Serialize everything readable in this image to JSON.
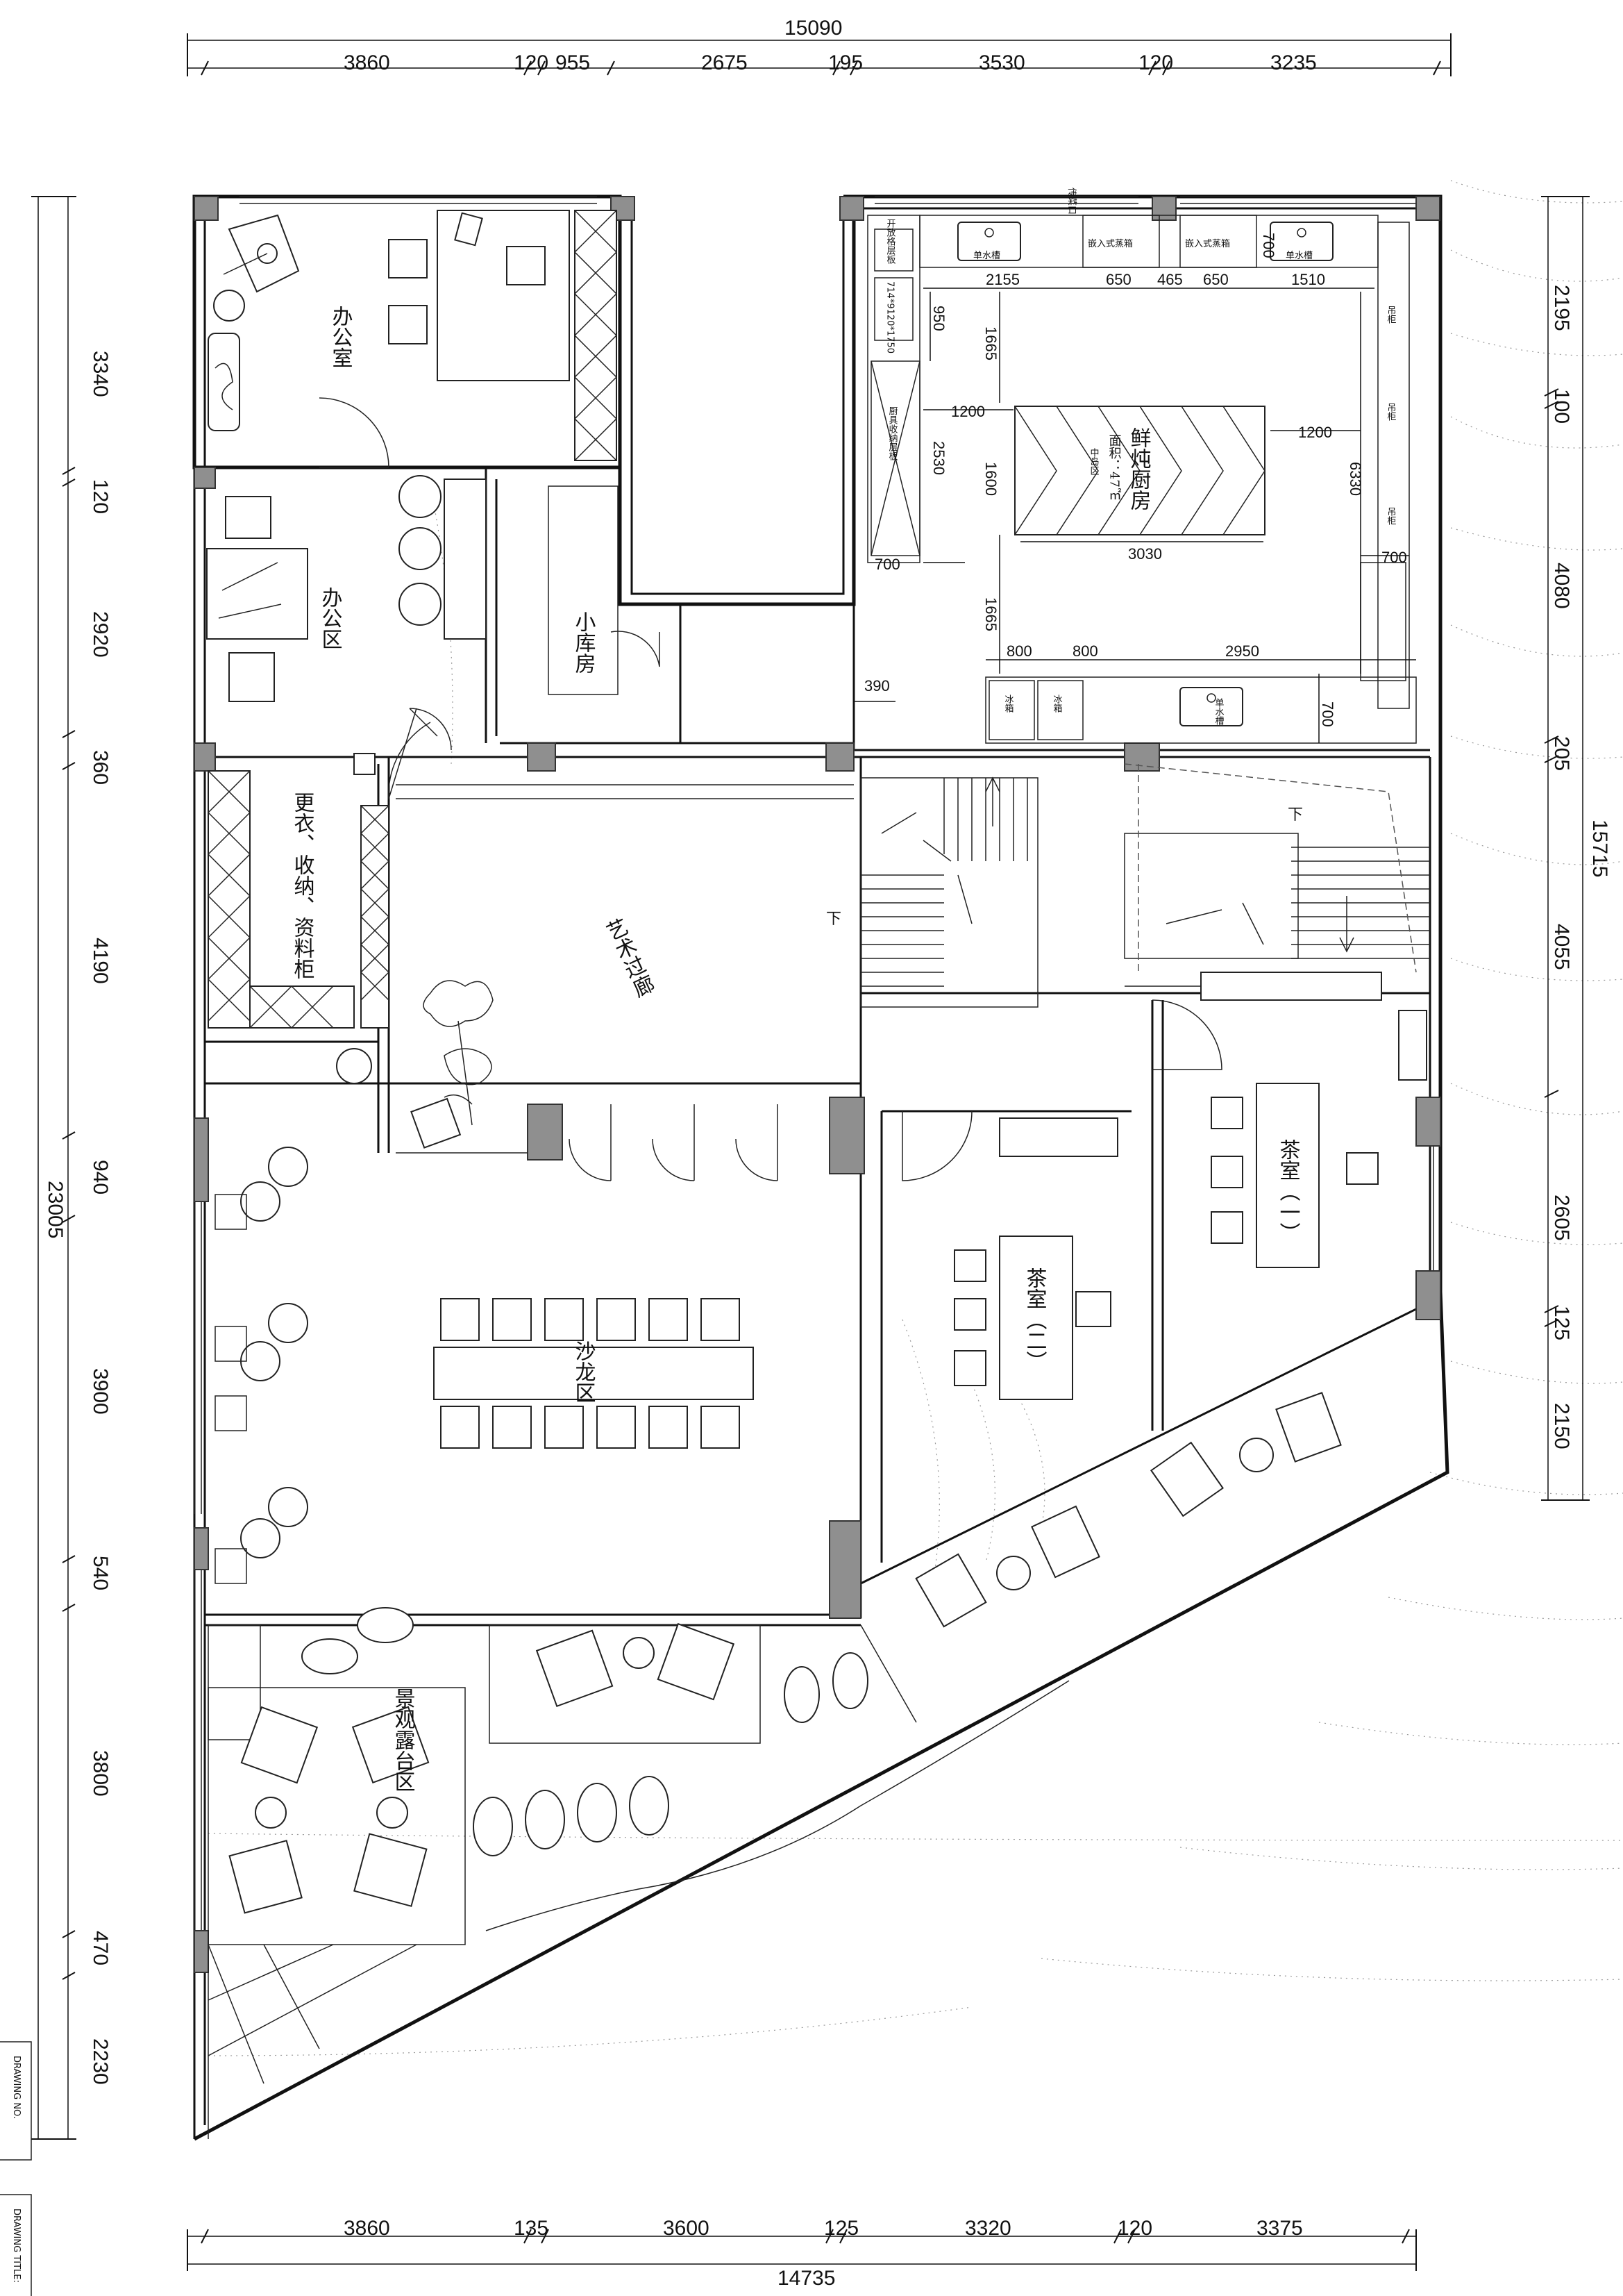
{
  "dimensions": {
    "top_total": "15090",
    "top": [
      "3860",
      "120",
      "955",
      "2675",
      "195",
      "3530",
      "120",
      "3235"
    ],
    "bottom_total": "14735",
    "bottom": [
      "3860",
      "135",
      "3600",
      "125",
      "3320",
      "120",
      "3375"
    ],
    "left_total": "23005",
    "left": [
      "3340",
      "120",
      "2920",
      "360",
      "4190",
      "940",
      "3900",
      "540",
      "3800",
      "470",
      "2230"
    ],
    "right_total": "15715",
    "right": [
      "2195",
      "100",
      "4080",
      "205",
      "4055",
      "2605",
      "125",
      "2150"
    ],
    "kitchen_h": [
      "2155",
      "650",
      "465",
      "650",
      "1510"
    ],
    "kitchen_misc": {
      "d950": "950",
      "d1665a": "1665",
      "d1200a": "1200",
      "d2530": "2530",
      "d1600": "1600",
      "d1200b": "1200",
      "d6330": "6330",
      "d3030": "3030",
      "d700a": "700",
      "d1665b": "1665",
      "d700b": "700",
      "d800a": "800",
      "d800b": "800",
      "d2950": "2950",
      "d390": "390",
      "d700c": "700",
      "d700d": "700"
    }
  },
  "rooms": {
    "office": "办公室",
    "office_area": "办公区",
    "storage_small": "小库房",
    "wardrobe": "更衣、收纳、资料柜",
    "art_corridor": "艺术过廊",
    "tea_room_1": "茶室（一）",
    "tea_room_2": "茶室（二）",
    "salon": "沙龙区",
    "terrace": "景观露台区",
    "kitchen": "鲜炖厨房",
    "kitchen_area": "面积：47㎡",
    "kitchen_note": "中岛区"
  },
  "kitchen_labels": {
    "sink": "单水槽",
    "oven": "嵌入式蒸箱",
    "board": "开放格层板",
    "cabinet": "吊柜",
    "fridge": "冰箱",
    "storage_rack": "厨具收纳层板",
    "pass": "传菜口",
    "misc": "714*9120*1750"
  },
  "stair_labels": {
    "down1": "下",
    "down2": "下"
  },
  "sidebar": {
    "drawing_no": "DRAWING NO.",
    "drawing_title": "DRAWING TITLE:"
  }
}
